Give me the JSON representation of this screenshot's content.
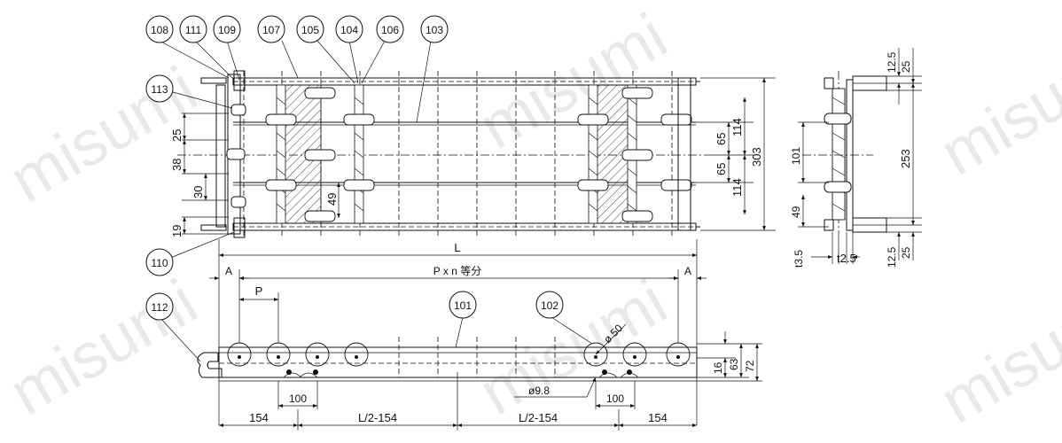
{
  "watermark": "misumi",
  "balloons": {
    "b108": "108",
    "b111": "111",
    "b109": "109",
    "b107": "107",
    "b105": "105",
    "b104": "104",
    "b106": "106",
    "b103": "103",
    "b113": "113",
    "b110": "110",
    "b112": "112",
    "b101": "101",
    "b102": "102"
  },
  "dims": {
    "top_left_25": "25",
    "top_left_38": "38",
    "top_left_30": "30",
    "top_left_19": "19",
    "top_49": "49",
    "top_65a": "65",
    "top_65b": "65",
    "top_114a": "114",
    "top_114b": "114",
    "top_303": "303",
    "side_12_5_top": "12.5",
    "side_25_top": "25",
    "side_101": "101",
    "side_253": "253",
    "side_49": "49",
    "side_t3_5": "t3.5",
    "side_t2_5": "t2.5",
    "side_12_5_bot": "12.5",
    "side_25_bot": "25",
    "L": "L",
    "A_left": "A",
    "A_right": "A",
    "pitch_text": "P x n 等分",
    "P": "P",
    "phi50": "ø 50",
    "phi9_8": "ø9.8",
    "d16": "16",
    "d63": "63",
    "d72": "72",
    "d100_left": "100",
    "d100_right": "100",
    "d154_left": "154",
    "d154_right": "154",
    "half_left": "L/2-154",
    "half_right": "L/2-154"
  }
}
